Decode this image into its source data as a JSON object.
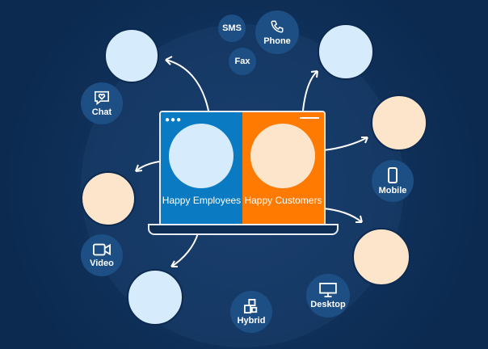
{
  "center": {
    "employees_label": "Happy Employees",
    "customers_label": "Happy Customers",
    "window_dots": "●●●"
  },
  "channels": {
    "sms": "SMS",
    "phone": "Phone",
    "fax": "Fax",
    "chat": "Chat",
    "mobile": "Mobile",
    "video": "Video",
    "hybrid": "Hybrid",
    "desktop": "Desktop"
  },
  "colors": {
    "background": "#0c2a50",
    "employees": "#0a7bc2",
    "customers": "#ff7a00",
    "bubble": "#1d4f85"
  }
}
